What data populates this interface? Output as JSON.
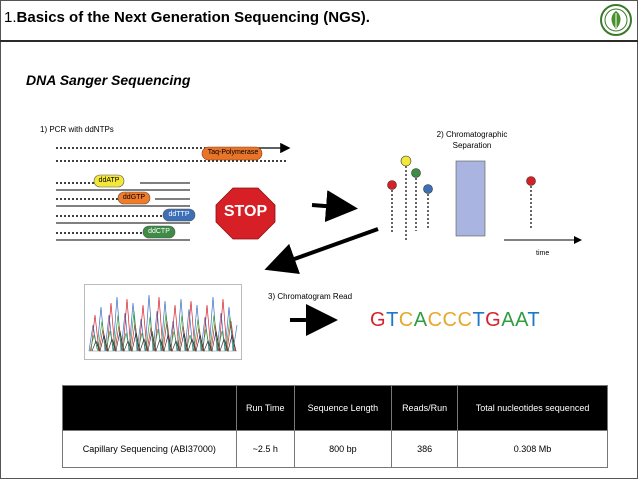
{
  "title": {
    "number": "1.",
    "text": "Basics of the Next Generation Sequencing (NGS)."
  },
  "subtitle": "DNA Sanger Sequencing",
  "steps": {
    "step1": "1) PCR with ddNTPs",
    "step2": "2) Chromatographic Separation",
    "step3": "3) Chromatogram Read"
  },
  "labels": {
    "polymerase": "Taq-Polymerase",
    "stop": "STOP",
    "time": "time",
    "ddntps": [
      {
        "label": "ddATP",
        "color": "#f3e83a"
      },
      {
        "label": "ddGTP",
        "color": "#f07b2a"
      },
      {
        "label": "ddTTP",
        "color": "#3c6fb5"
      },
      {
        "label": "ddCTP",
        "color": "#3d8b45"
      }
    ]
  },
  "sequence": [
    {
      "base": "G",
      "color": "#d7222a"
    },
    {
      "base": "T",
      "color": "#1e78c8"
    },
    {
      "base": "C",
      "color": "#e6a82a"
    },
    {
      "base": "A",
      "color": "#2e9e3e"
    },
    {
      "base": "C",
      "color": "#e6a82a"
    },
    {
      "base": "C",
      "color": "#e6a82a"
    },
    {
      "base": "C",
      "color": "#e6a82a"
    },
    {
      "base": "T",
      "color": "#1e78c8"
    },
    {
      "base": "G",
      "color": "#d7222a"
    },
    {
      "base": "A",
      "color": "#2e9e3e"
    },
    {
      "base": "A",
      "color": "#2e9e3e"
    },
    {
      "base": "T",
      "color": "#1e78c8"
    }
  ],
  "table": {
    "headers": [
      "",
      "Run Time",
      "Sequence Length",
      "Reads/Run",
      "Total nucleotides sequenced"
    ],
    "rows": [
      [
        "Capillary Sequencing (ABI37000)",
        "~2.5 h",
        "800 bp",
        "386",
        "0.308 Mb"
      ]
    ]
  },
  "colors": {
    "polymerase": "#e8742a",
    "stop": "#d71f26",
    "column": "#a9b4e0"
  }
}
